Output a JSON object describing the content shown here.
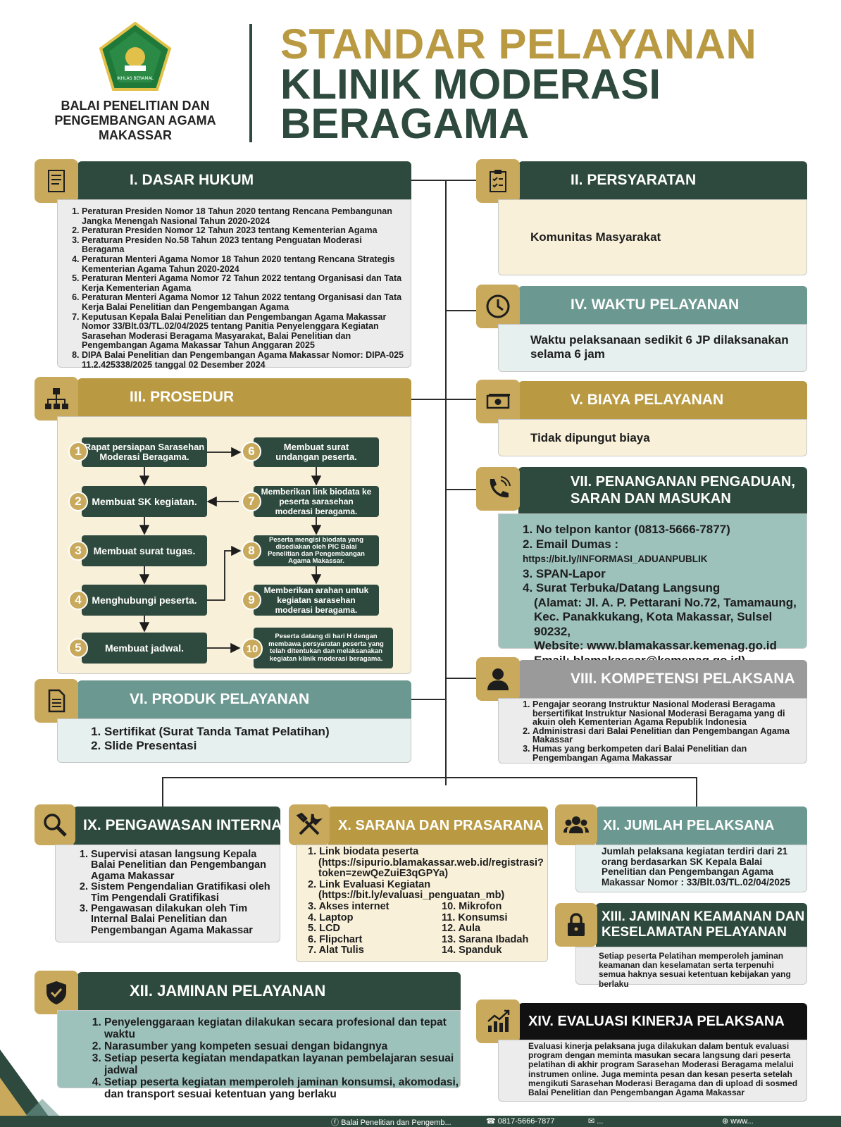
{
  "header": {
    "org_name": "BALAI PENELITIAN DAN PENGEMBANGAN AGAMA MAKASSAR",
    "title_line1": "STANDAR PELAYANAN",
    "title_line2": "KLINIK MODERASI",
    "title_line3": "BERAGAMA",
    "logo_text": "IKHLAS BERAMAL"
  },
  "sections": {
    "dasar_hukum": {
      "title": "I. DASAR HUKUM",
      "items": [
        "Peraturan Presiden Nomor 18 Tahun 2020 tentang Rencana Pembangunan Jangka Menengah Nasional Tahun 2020-2024",
        "Peraturan Presiden Nomor 12 Tahun 2023 tentang Kementerian Agama",
        "Peraturan Presiden No.58 Tahun 2023 tentang Penguatan Moderasi Beragama",
        "Peraturan Menteri Agama Nomor 18 Tahun 2020 tentang Rencana Strategis Kementerian Agama Tahun 2020-2024",
        "Peraturan Menteri Agama Nomor 72 Tahun 2022 tentang Organisasi dan Tata Kerja Kementerian Agama",
        "Peraturan Menteri Agama Nomor 12 Tahun 2022 tentang Organisasi dan Tata Kerja Balai Penelitian dan Pengembangan Agama",
        "Keputusan Kepala Balai Penelitian dan Pengembangan Agama Makassar Nomor 33/Blt.03/TL.02/04/2025 tentang Panitia Penyelenggara Kegiatan Sarasehan Moderasi Beragama Masyarakat, Balai Penelitian dan Pengembangan Agama Makassar Tahun Anggaran 2025",
        "DIPA Balai Penelitian dan Pengembangan Agama Makassar Nomor: DIPA-025 11.2.425338/2025 tanggal 02 Desember 2024"
      ]
    },
    "persyaratan": {
      "title": "II. PERSYARATAN",
      "text": "Komunitas Masyarakat"
    },
    "prosedur": {
      "title": "III. PROSEDUR",
      "steps": [
        "Rapat persiapan Sarasehan Moderasi Beragama.",
        "Membuat SK kegiatan.",
        "Membuat surat tugas.",
        "Menghubungi peserta.",
        "Membuat jadwal.",
        "Membuat surat undangan peserta.",
        "Memberikan link biodata ke peserta sarasehan moderasi beragama.",
        "Peserta mengisi biodata yang disediakan oleh PIC Balai Penelitian dan Pengembangan Agama Makassar.",
        "Memberikan arahan untuk kegiatan sarasehan moderasi beragama.",
        "Peserta datang di hari H dengan membawa persyaratan peserta yang telah ditentukan dan melaksanakan kegiatan klinik moderasi beragama."
      ],
      "numbers": [
        "1",
        "2",
        "3",
        "4",
        "5",
        "6",
        "7",
        "8",
        "9",
        "10"
      ]
    },
    "waktu": {
      "title": "IV. WAKTU PELAYANAN",
      "text": "Waktu pelaksanaan sedikit 6 JP dilaksanakan selama 6 jam"
    },
    "biaya": {
      "title": "V. BIAYA PELAYANAN",
      "text": "Tidak dipungut biaya"
    },
    "produk": {
      "title": "VI. PRODUK PELAYANAN",
      "items": [
        "Sertifikat (Surat Tanda Tamat Pelatihan)",
        "Slide Presentasi"
      ]
    },
    "pengaduan": {
      "title_line1": "VII. PENANGANAN PENGADUAN,",
      "title_line2": "SARAN DAN MASUKAN",
      "item1": "No telpon kantor (0813-5666-7877)",
      "item2_label": "Email Dumas :",
      "item2_link": "https://bit.ly/INFORMASI_ADUANPUBLIK",
      "item3": "SPAN-Lapor",
      "item4": "Surat Terbuka/Datang Langsung",
      "address_lines": [
        "(Alamat: Jl. A. P. Pettarani No.72, Tamamaung,",
        "Kec. Panakkukang, Kota Makassar, Sulsel 90232,",
        "Website: www.blamakassar.kemenag.go.id",
        "Email: blamakassar@kemenag.go.id)"
      ]
    },
    "kompetensi": {
      "title": "VIII. KOMPETENSI PELAKSANA",
      "items": [
        "Pengajar seorang Instruktur Nasional Moderasi Beragama bersertifikat Instruktur Nasional Moderasi Beragama yang di akuin oleh Kementerian Agama Republik Indonesia",
        "Administrasi dari Balai Penelitian dan Pengembangan Agama Makassar",
        "Humas yang berkompeten dari Balai Penelitian dan Pengembangan Agama Makassar"
      ]
    },
    "pengawasan": {
      "title": "IX. PENGAWASAN INTERNAL",
      "items": [
        "Supervisi atasan langsung Kepala Balai Penelitian dan Pengembangan Agama Makassar",
        "Sistem Pengendalian Gratifikasi oleh Tim Pengendali Gratifikasi",
        "Pengawasan dilakukan oleh Tim Internal Balai Penelitian dan Pengembangan Agama Makassar"
      ]
    },
    "sarana": {
      "title": "X. SARANA DAN PRASARANA",
      "item1": "Link biodata peserta",
      "item1_url": "(https://sipurio.blamakassar.web.id/registrasi?token=zewQeZuiE3qGPYa)",
      "item2": "Link Evaluasi Kegiatan",
      "item2_url": "(https://bit.ly/evaluasi_penguatan_mb)",
      "left_col": [
        "3. Akses internet",
        "4. Laptop",
        "5. LCD",
        "6. Flipchart",
        "7. Alat Tulis"
      ],
      "right_col": [
        "10. Mikrofon",
        "11. Konsumsi",
        "12. Aula",
        "13. Sarana Ibadah",
        "14. Spanduk"
      ]
    },
    "jumlah": {
      "title": "XI. JUMLAH PELAKSANA",
      "text": "Jumlah pelaksana kegiatan terdiri dari 21 orang berdasarkan SK Kepala Balai Penelitian dan Pengembangan Agama Makassar Nomor : 33/Blt.03/TL.02/04/2025"
    },
    "jaminan_pelayanan": {
      "title": "XII. JAMINAN PELAYANAN",
      "items": [
        "Penyelenggaraan kegiatan dilakukan secara profesional dan tepat waktu",
        "Narasumber yang kompeten sesuai dengan bidangnya",
        "Setiap peserta kegiatan mendapatkan layanan pembelajaran sesuai jadwal",
        "Setiap peserta kegiatan memperoleh jaminan konsumsi, akomodasi, dan transport sesuai ketentuan yang berlaku"
      ]
    },
    "jaminan_keamanan": {
      "title_line1": "XIII. JAMINAN KEAMANAN DAN",
      "title_line2": "KESELAMATAN PELAYANAN",
      "text": "Setiap peserta Pelatihan memperoleh jaminan keamanan dan keselamatan serta terpenuhi semua haknya sesuai ketentuan kebijakan yang berlaku"
    },
    "evaluasi": {
      "title": "XIV. EVALUASI KINERJA PELAKSANA",
      "text": "Evaluasi kinerja pelaksana juga dilakukan dalam bentuk evaluasi program dengan meminta masukan secara langsung dari peserta pelatihan di akhir program Sarasehan Moderasi Beragama melalui instrumen online. Juga meminta pesan dan kesan peserta setelah mengikuti Sarasehan Moderasi Beragama dan di upload di sosmed Balai Penelitian dan Pengembangan Agama Makassar"
    }
  },
  "footer": {
    "facebook": "Balai Penelitian dan Pengemb...",
    "phone": "0817-5666-7877",
    "email": "...",
    "website": "www..."
  },
  "colors": {
    "green": "#2e4a3e",
    "gold": "#b99a43",
    "teal": "#6b9890"
  },
  "icons": [
    "scroll-icon",
    "clipboard-icon",
    "sitemap-icon",
    "clock-icon",
    "money-icon",
    "document-icon",
    "phone-icon",
    "user-icon",
    "search-icon",
    "tools-icon",
    "group-icon",
    "lock-icon",
    "shield-icon",
    "chart-icon"
  ]
}
